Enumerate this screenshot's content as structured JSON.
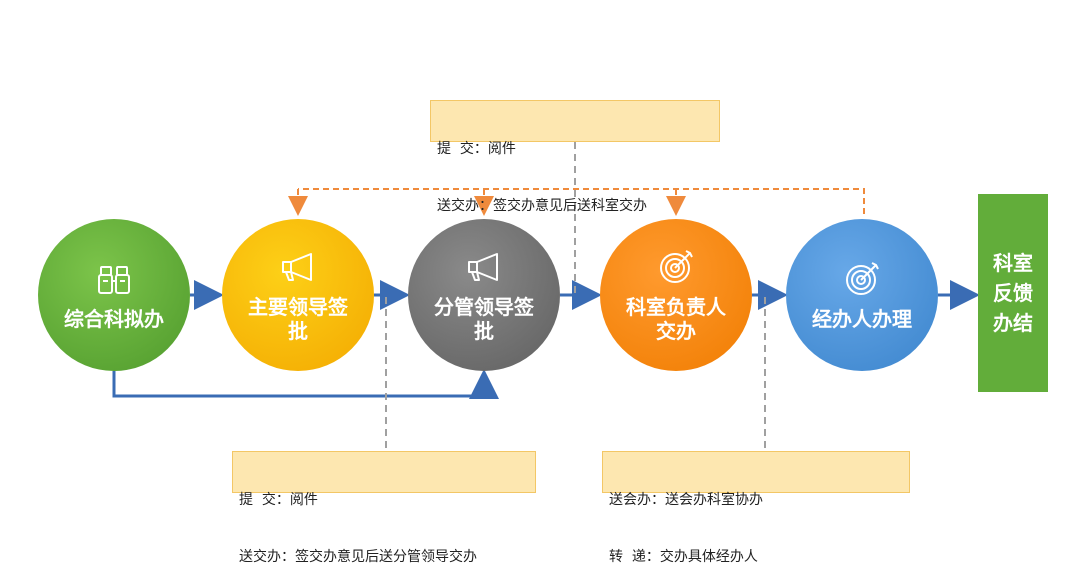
{
  "nodes": [
    {
      "id": "n1",
      "label": "综合科拟办",
      "icon": "binoculars-icon",
      "color": "#5fad35"
    },
    {
      "id": "n2",
      "label": "主要领导签批",
      "icon": "megaphone-icon",
      "color": "#f9bd0a"
    },
    {
      "id": "n3",
      "label": "分管领导签批",
      "icon": "megaphone-icon",
      "color": "#727272"
    },
    {
      "id": "n4",
      "label": "科室负责人交办",
      "icon": "target-icon",
      "color": "#f58a13"
    },
    {
      "id": "n5",
      "label": "经办人办理",
      "icon": "target-icon",
      "color": "#4d95db"
    }
  ],
  "final": {
    "label": "科室反馈办结",
    "color": "#62ad3a"
  },
  "notes": {
    "top": {
      "line1": "提  交：阅件",
      "line2": "送交办：签交办意见后送科室交办"
    },
    "left": {
      "line1": "提  交：阅件",
      "line2": "送交办：签交办意见后送分管领导交办"
    },
    "right": {
      "line1": "送会办：送会办科室协办",
      "line2": "转  递：交办具体经办人"
    }
  },
  "colors": {
    "flow_arrow": "#3a6cb4",
    "feedback_arrow": "#ef8a3c",
    "dash_line": "#a0a0a0"
  }
}
